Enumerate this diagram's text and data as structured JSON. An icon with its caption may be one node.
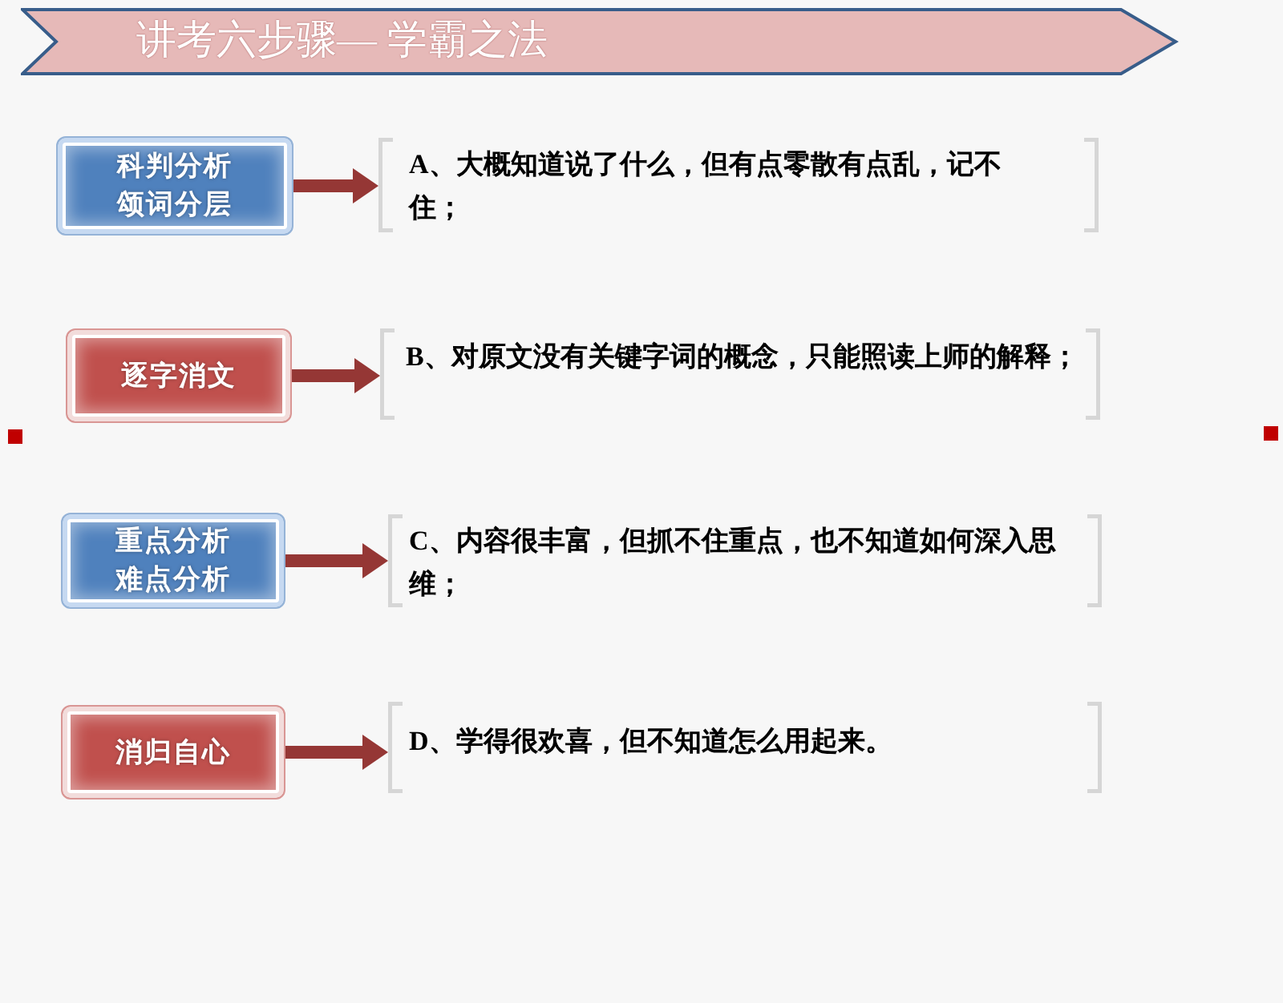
{
  "diagram": {
    "title": "讲考六步骤— 学霸之法",
    "nodes": [
      {
        "text": [
          "科判分析",
          "颂词分层"
        ]
      },
      {
        "text": [
          "A、大概知道说了什么，但有点零散有点乱，记不住；"
        ]
      },
      {
        "text": [
          "逐字消文"
        ]
      },
      {
        "text": [
          "B、对原文没有关键字词的概念，只能照读上师的解释；"
        ]
      },
      {
        "text": [
          "重点分析",
          "难点分析"
        ]
      },
      {
        "text": [
          "C、内容很丰富，但抓不住重点，也不知道如何深入思维；"
        ]
      },
      {
        "text": [
          "消归自心"
        ]
      },
      {
        "text": [
          "D、学得很欢喜，但不知道怎么用起来。"
        ]
      }
    ],
    "edges": [
      {
        "from": 0,
        "to": 1,
        "arrow": "to"
      },
      {
        "from": 2,
        "to": 3,
        "arrow": "to"
      },
      {
        "from": 4,
        "to": 5,
        "arrow": "to"
      },
      {
        "from": 6,
        "to": 7,
        "arrow": "to"
      }
    ]
  }
}
